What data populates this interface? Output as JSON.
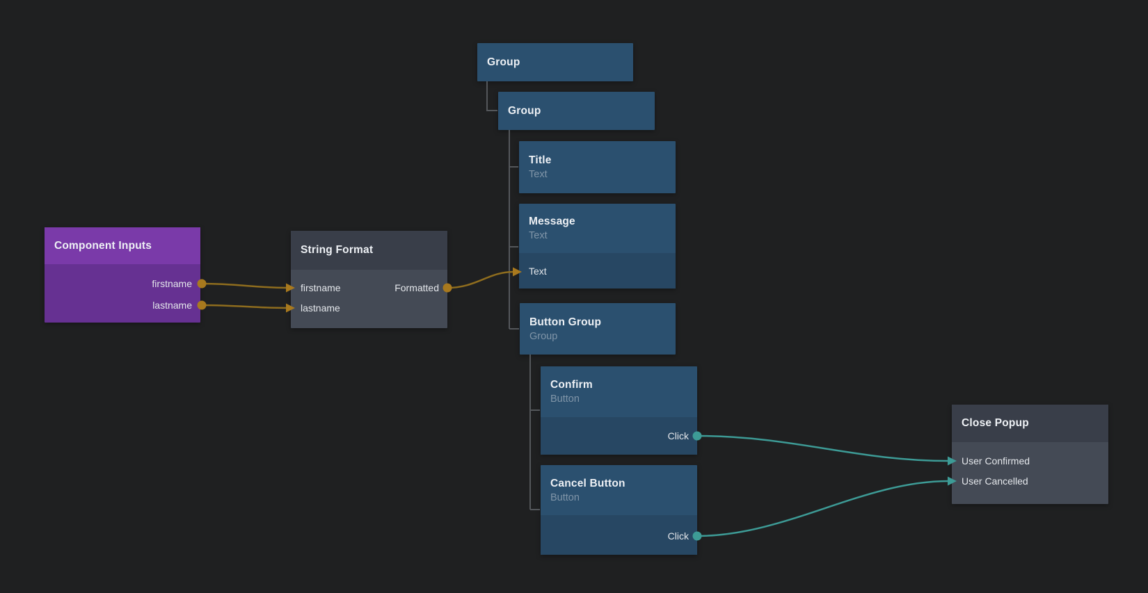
{
  "app": {
    "view": "node-graph-canvas"
  },
  "colors": {
    "background": "#1f2021",
    "node_blue": "#2b506f",
    "node_blue_port_strip": "#274763",
    "node_gray_header": "#393e49",
    "node_gray_body": "#444a55",
    "node_purple_header": "#7a3aa9",
    "node_purple_body": "#663192",
    "wire_orange": "#8f6d1e",
    "dot_orange": "#a8791e",
    "wire_teal": "#3d9b96",
    "tree_line": "#54575b"
  },
  "nodes": {
    "component_inputs": {
      "title": "Component Inputs",
      "outputs": [
        "firstname",
        "lastname"
      ]
    },
    "string_format": {
      "title": "String Format",
      "inputs": [
        "firstname",
        "lastname"
      ],
      "outputs": [
        "Formatted"
      ]
    },
    "group_outer": {
      "title": "Group"
    },
    "group_inner": {
      "title": "Group"
    },
    "title_text": {
      "title": "Title",
      "subtitle": "Text"
    },
    "message": {
      "title": "Message",
      "subtitle": "Text",
      "inputs": [
        "Text"
      ]
    },
    "button_group": {
      "title": "Button Group",
      "subtitle": "Group"
    },
    "confirm": {
      "title": "Confirm",
      "subtitle": "Button",
      "outputs": [
        "Click"
      ]
    },
    "cancel_button": {
      "title": "Cancel Button",
      "subtitle": "Button",
      "outputs": [
        "Click"
      ]
    },
    "close_popup": {
      "title": "Close Popup",
      "inputs": [
        "User Confirmed",
        "User Cancelled"
      ]
    }
  },
  "hierarchy": "Group > Group > [Title, Message, Button Group > [Confirm, Cancel Button]]",
  "connections": [
    {
      "from": "Component Inputs / firstname",
      "to": "String Format / firstname",
      "color": "#8f6d1e"
    },
    {
      "from": "Component Inputs / lastname",
      "to": "String Format / lastname",
      "color": "#8f6d1e"
    },
    {
      "from": "String Format / Formatted",
      "to": "Message / Text",
      "color": "#8f6d1e"
    },
    {
      "from": "Confirm / Click",
      "to": "Close Popup / User Confirmed",
      "color": "#3d9b96"
    },
    {
      "from": "Cancel Button / Click",
      "to": "Close Popup / User Cancelled",
      "color": "#3d9b96"
    }
  ]
}
